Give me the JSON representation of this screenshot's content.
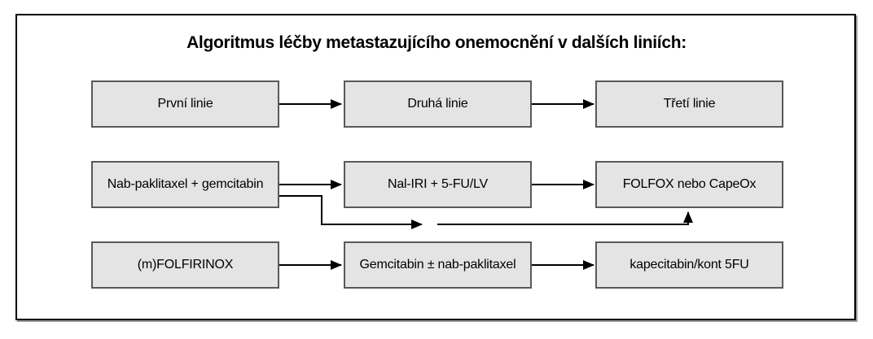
{
  "title": "Algoritmus léčby metastazujícího onemocnění v dalších liniích:",
  "diagram": {
    "rows": [
      {
        "cells": [
          "První linie",
          "Druhá linie",
          "Třetí linie"
        ]
      },
      {
        "cells": [
          "Nab-paklitaxel + gemcitabin",
          "Nal-IRI + 5-FU/LV",
          "FOLFOX nebo CapeOx"
        ]
      },
      {
        "cells": [
          "(m)FOLFIRINOX",
          "Gemcitabin ± nab-paklitaxel",
          "kapecitabin/kont 5FU"
        ]
      }
    ],
    "edges": [
      {
        "from": "První linie",
        "to": "Druhá linie",
        "style": "straight"
      },
      {
        "from": "Druhá linie",
        "to": "Třetí linie",
        "style": "straight"
      },
      {
        "from": "Nab-paklitaxel + gemcitabin",
        "to": "Nal-IRI + 5-FU/LV",
        "style": "straight"
      },
      {
        "from": "Nal-IRI + 5-FU/LV",
        "to": "FOLFOX nebo CapeOx",
        "style": "straight"
      },
      {
        "from": "Nab-paklitaxel + gemcitabin",
        "to": "FOLFOX nebo CapeOx",
        "style": "bent-skip"
      },
      {
        "from": "(m)FOLFIRINOX",
        "to": "Gemcitabin ± nab-paklitaxel",
        "style": "straight"
      },
      {
        "from": "Gemcitabin ± nab-paklitaxel",
        "to": "kapecitabin/kont 5FU",
        "style": "straight"
      }
    ]
  },
  "colors": {
    "background": "#ffffff",
    "frame_border": "#000000",
    "box_fill": "#e4e4e4",
    "box_border": "#595959",
    "arrow": "#000000",
    "title_text": "#000000"
  }
}
